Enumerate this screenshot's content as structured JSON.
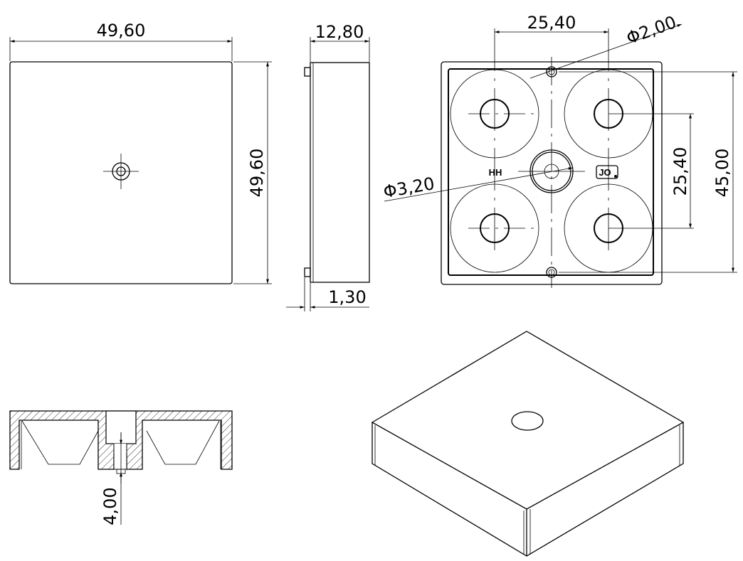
{
  "front_view": {
    "width_dim": "49,60",
    "height_dim": "49,60"
  },
  "side_view": {
    "depth_dim": "12,80",
    "flange_dim": "1,30"
  },
  "bottom_view": {
    "spacing_h_dim": "25,40",
    "small_hole_dim": "Φ2,00",
    "spacing_v_dim": "25,40",
    "outer_dim": "45,00",
    "center_hole_dim": "Φ3,20",
    "marking_left": "HH",
    "marking_right": "JO"
  },
  "section_view": {
    "pin_dim": "4,00"
  }
}
